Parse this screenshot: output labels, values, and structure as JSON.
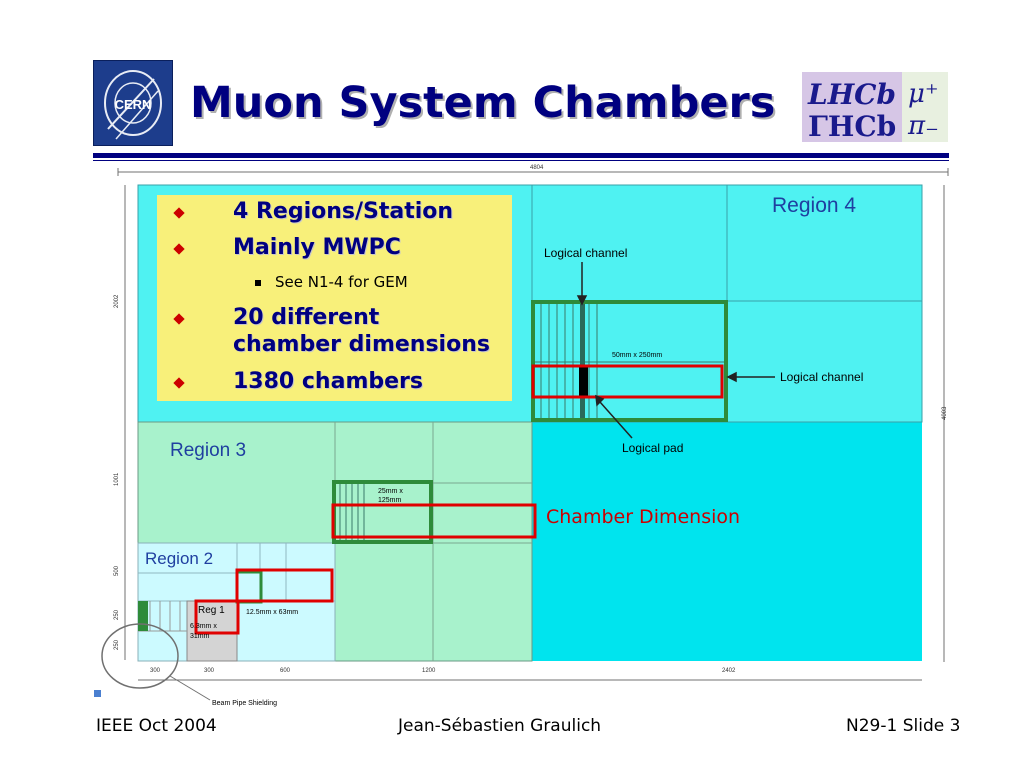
{
  "slide": {
    "title": "Muon System Chambers",
    "logos": {
      "left": "CERN",
      "right_top": "LHCb",
      "right_bottom": "ΓHCb"
    },
    "bullets": [
      {
        "text": "4 Regions/Station",
        "level": 1
      },
      {
        "text": "Mainly MWPC",
        "level": 1
      },
      {
        "text": "See N1-4 for GEM",
        "level": 2
      },
      {
        "text": "20 different",
        "level": 1
      },
      {
        "text": "chamber dimensions",
        "level": 1,
        "continuation": true
      },
      {
        "text": "1380 chambers",
        "level": 1
      }
    ],
    "footer": {
      "left": "IEEE Oct 2004",
      "center": "Jean-Sébastien Graulich",
      "right": "N29-1 Slide 3"
    }
  },
  "diagram": {
    "regions": [
      "Region 4",
      "Region 3",
      "Region 2",
      "Reg 1"
    ],
    "labels": {
      "logical_channel_top": "Logical channel",
      "logical_channel_right": "Logical channel",
      "logical_pad": "Logical pad",
      "chamber_dimension": "Chamber Dimension",
      "beam_pipe": "Beam Pipe Shielding"
    },
    "pad_sizes": {
      "r4": "50mm x 250mm",
      "r3_line1": "25mm x",
      "r3_line2": "125mm",
      "r2": "12.5mm x 63mm",
      "r1_line1": "6.3mm x",
      "r1_line2": "31mm"
    },
    "dimensions": {
      "top": "4804",
      "right": "4003",
      "left_upper": "2002",
      "left_mid": "1001",
      "left_r2": "500",
      "left_r1a": "250",
      "left_r1b": "250",
      "bottom_a": "300",
      "bottom_b": "300",
      "bottom_c": "600",
      "bottom_d": "1200",
      "bottom_e": "2402"
    },
    "colors": {
      "region4": "#00e6ef",
      "region4_inner": "#4ff0f0",
      "region3": "#9ff0c8",
      "region2": "#c8f8ff",
      "region1": "#d0d0d0",
      "chamber_outline": "#2e8b3a",
      "highlight": "#e00000",
      "bullet_box": "#f8f07a"
    }
  }
}
